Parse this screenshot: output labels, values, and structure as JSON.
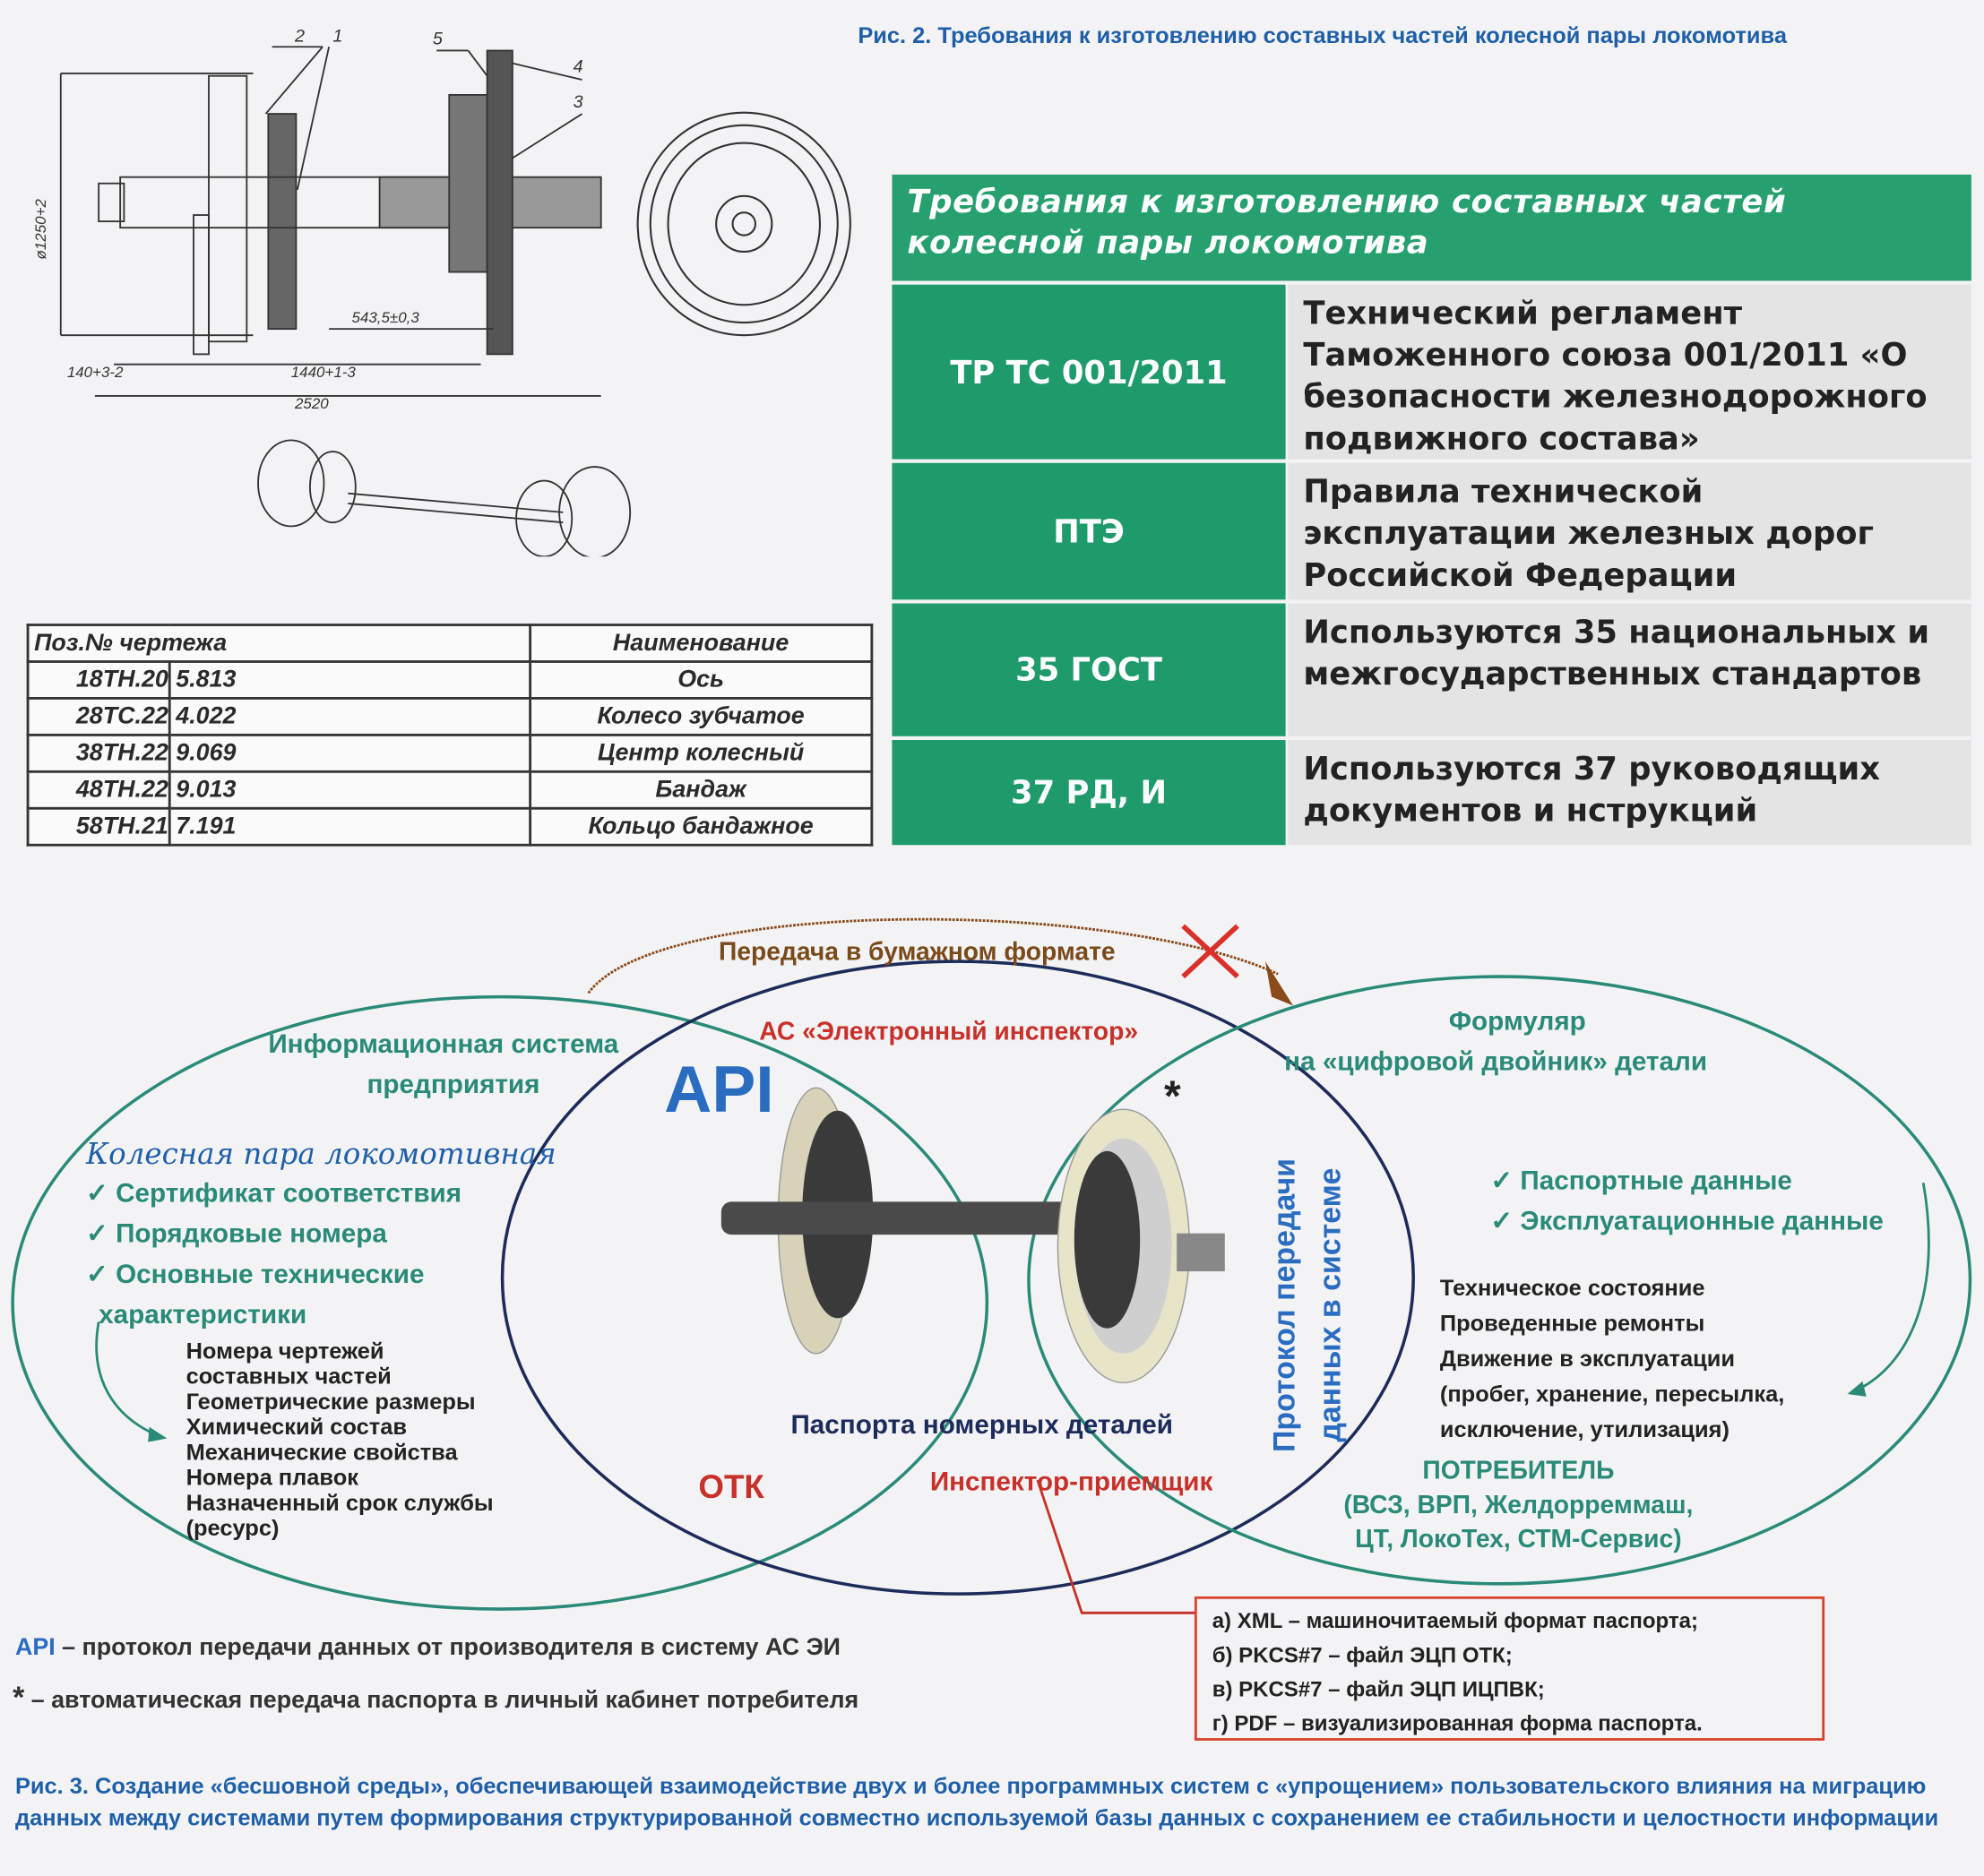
{
  "fig2": {
    "caption": "Рис. 2. Требования к изготовлению составных частей колесной пары локомотива",
    "header": "Требования к изготовлению составных частей колесной пары локомотива",
    "rows": [
      {
        "code": "ТР ТС 001/2011",
        "text": "Технический регламент Таможенного союза 001/2011 «О безопасности железнодорожного подвижного состава»"
      },
      {
        "code": "ПТЭ",
        "text": "Правила технической эксплуатации железных дорог Российской Федерации"
      },
      {
        "code": "35 ГОСТ",
        "text": "Используются 35 национальных и межгосударственных стандартов"
      },
      {
        "code": "37 РД, И",
        "text": "Используются 37 руководящих документов и нструкций"
      }
    ]
  },
  "drawing": {
    "callouts": [
      "2",
      "1",
      "5",
      "4",
      "3"
    ],
    "dimensions": {
      "diameter": "ø1250+2",
      "d1": "543,5±0,3",
      "d2": "140+3-2",
      "d3": "1440+1-3",
      "d4": "2520"
    }
  },
  "parts_table": {
    "headers": [
      "Поз.№ чертежа",
      "Наименование"
    ],
    "rows": [
      [
        "1",
        "8ТН.20",
        "5.813",
        "Ось"
      ],
      [
        "2",
        "8ТС.22",
        "4.022",
        "Колесо зубчатое"
      ],
      [
        "3",
        "8ТН.22",
        "9.069",
        "Центр колесный"
      ],
      [
        "4",
        "8ТН.22",
        "9.013",
        "Бандаж"
      ],
      [
        "5",
        "8ТН.21",
        "7.191",
        "Кольцо бандажное"
      ]
    ]
  },
  "fig3": {
    "paper_transfer": "Передача в бумажном формате",
    "left_system": [
      "Информационная система",
      "предприятия"
    ],
    "wheelset_title": "Колесная пара локомотивная",
    "checks_left": [
      "Сертификат соответствия",
      "Порядковые номера",
      "Основные технические",
      "характеристики"
    ],
    "left_list": [
      "Номера чертежей",
      "составных частей",
      "Геометрические размеры",
      "Химический состав",
      "Механические свойства",
      "Номера плавок",
      "Назначенный срок службы",
      "(ресурс)"
    ],
    "center_system": "АС «Электронный инспектор»",
    "api": "API",
    "asterisk": "*",
    "passports": "Паспорта номерных деталей",
    "otk": "ОТК",
    "inspector": "Инспектор-приемщик",
    "protocol": [
      "Протокол передачи",
      "данных в системе"
    ],
    "right_title": [
      "Формуляр",
      "на «цифровой двойник» детали"
    ],
    "checks_right": [
      "Паспортные данные",
      "Эксплуатационные данные"
    ],
    "right_list": [
      "Техническое состояние",
      "Проведенные ремонты",
      "Движение в эксплуатации",
      "(пробег, хранение, пересылка,",
      "исключение, утилизация)"
    ],
    "consumer": [
      "ПОТРЕБИТЕЛЬ",
      "(ВСЗ, ВРП, Желдорреммаш,",
      "ЦТ, ЛокоТех, СТМ-Сервис)"
    ],
    "formats": [
      "а) XML – машиночитаемый формат паспорта;",
      "б) PKCS#7 – файл ЭЦП ОТК;",
      "в) PKCS#7 – файл ЭЦП ИЦПВК;",
      "г) PDF – визуализированная форма паспорта."
    ],
    "note_api_term": "API",
    "note_api": " – протокол передачи данных от производителя в систему АС ЭИ",
    "note_star_term": "*",
    "note_star": " – автоматическая передача паспорта в личный кабинет потребителя",
    "caption": "Рис. 3. Создание «бесшовной среды», обеспечивающей взаимодействие двух и более программных систем с «упрощением» пользовательского влияния на миграцию данных между системами путем формирования структурированной совместно используемой базы данных с сохранением ее стабильности и целостности информации"
  },
  "colors": {
    "green": "#27a06f",
    "teal": "#2a8a78",
    "red": "#c8302a",
    "blue": "#1e5fa8",
    "navy": "#1c2b5a"
  }
}
